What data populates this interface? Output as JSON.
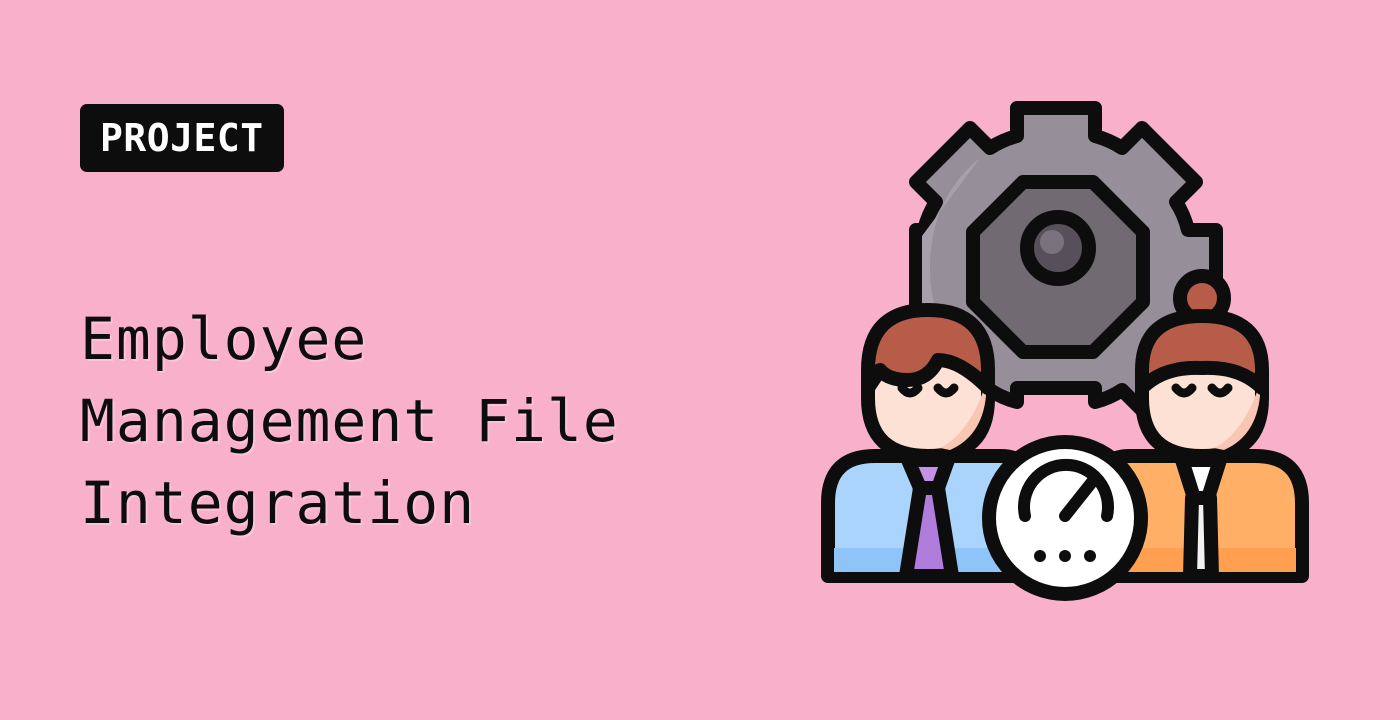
{
  "badge": {
    "label": "PROJECT"
  },
  "title": {
    "lines": [
      "Employee",
      "Management File",
      "Integration"
    ]
  },
  "illustration": {
    "icons": [
      "gear-icon",
      "male-employee-icon",
      "female-employee-icon",
      "speedometer-icon"
    ]
  },
  "colors": {
    "background": "#f9b1cb",
    "badge_background": "#0d0d0d",
    "badge_text": "#ffffff",
    "title_text": "#0d0d0d",
    "gear": "#8f8791",
    "skin": "#fde1d4",
    "hair": "#b85c4a",
    "shirt_blue": "#aad4fb",
    "shirt_orange": "#ffb066",
    "tie": "#c391e6"
  }
}
